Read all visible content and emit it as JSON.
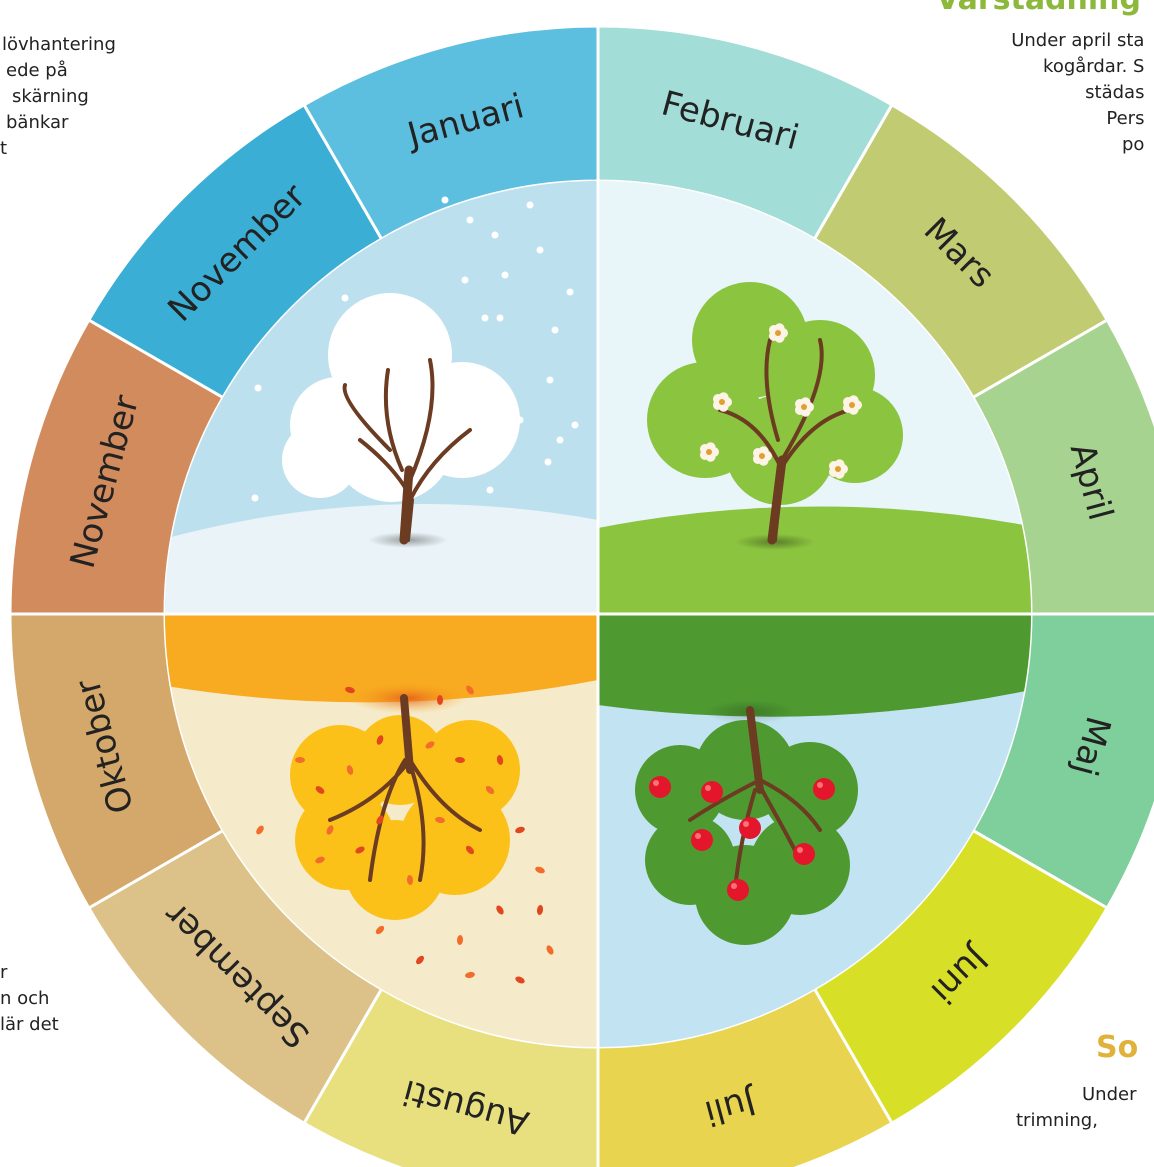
{
  "months": [
    {
      "label": "Januari",
      "color": "#5dbfdf"
    },
    {
      "label": "Februari",
      "color": "#a2ddd8"
    },
    {
      "label": "Mars",
      "color": "#c0cb72"
    },
    {
      "label": "April",
      "color": "#a7d391"
    },
    {
      "label": "Maj",
      "color": "#7ecf9b"
    },
    {
      "label": "Juni",
      "color": "#d8df27"
    },
    {
      "label": "Juli",
      "color": "#e8d44e"
    },
    {
      "label": "Augusti",
      "color": "#e8e07f"
    },
    {
      "label": "September",
      "color": "#dcc189"
    },
    {
      "label": "Oktober",
      "color": "#d4a86a"
    },
    {
      "label": "November",
      "color": "#d28b5c"
    },
    {
      "label": "November",
      "color": "#3aaed4"
    }
  ],
  "spring_heading": "Vårstädning",
  "summer_heading": "So",
  "top_left_text": [
    "lövhantering",
    "ede på",
    "skärning",
    "bänkar",
    "t"
  ],
  "top_right_text": [
    "Under april sta",
    "kogårdar. S",
    "städas",
    "Pers",
    "po"
  ],
  "bottom_left_text": [
    "r",
    "n och",
    "lär det"
  ],
  "bottom_right_text": [
    "Under",
    "trimning,"
  ],
  "colors": {
    "winter_sky": "#bde0ef",
    "winter_ground": "#eaf4f8",
    "spring_sky": "#e8f5f9",
    "spring_ground": "#8bc43f",
    "summer_band": "#4e9a31",
    "summer_sky": "#c2e3f1",
    "autumn_band": "#f8aa20",
    "autumn_sky": "#f5ebcb",
    "tree_trunk": "#6b3b22",
    "apple_red": "#e3162b",
    "heading_green": "#8cb83b",
    "heading_gold": "#e0b23a"
  }
}
